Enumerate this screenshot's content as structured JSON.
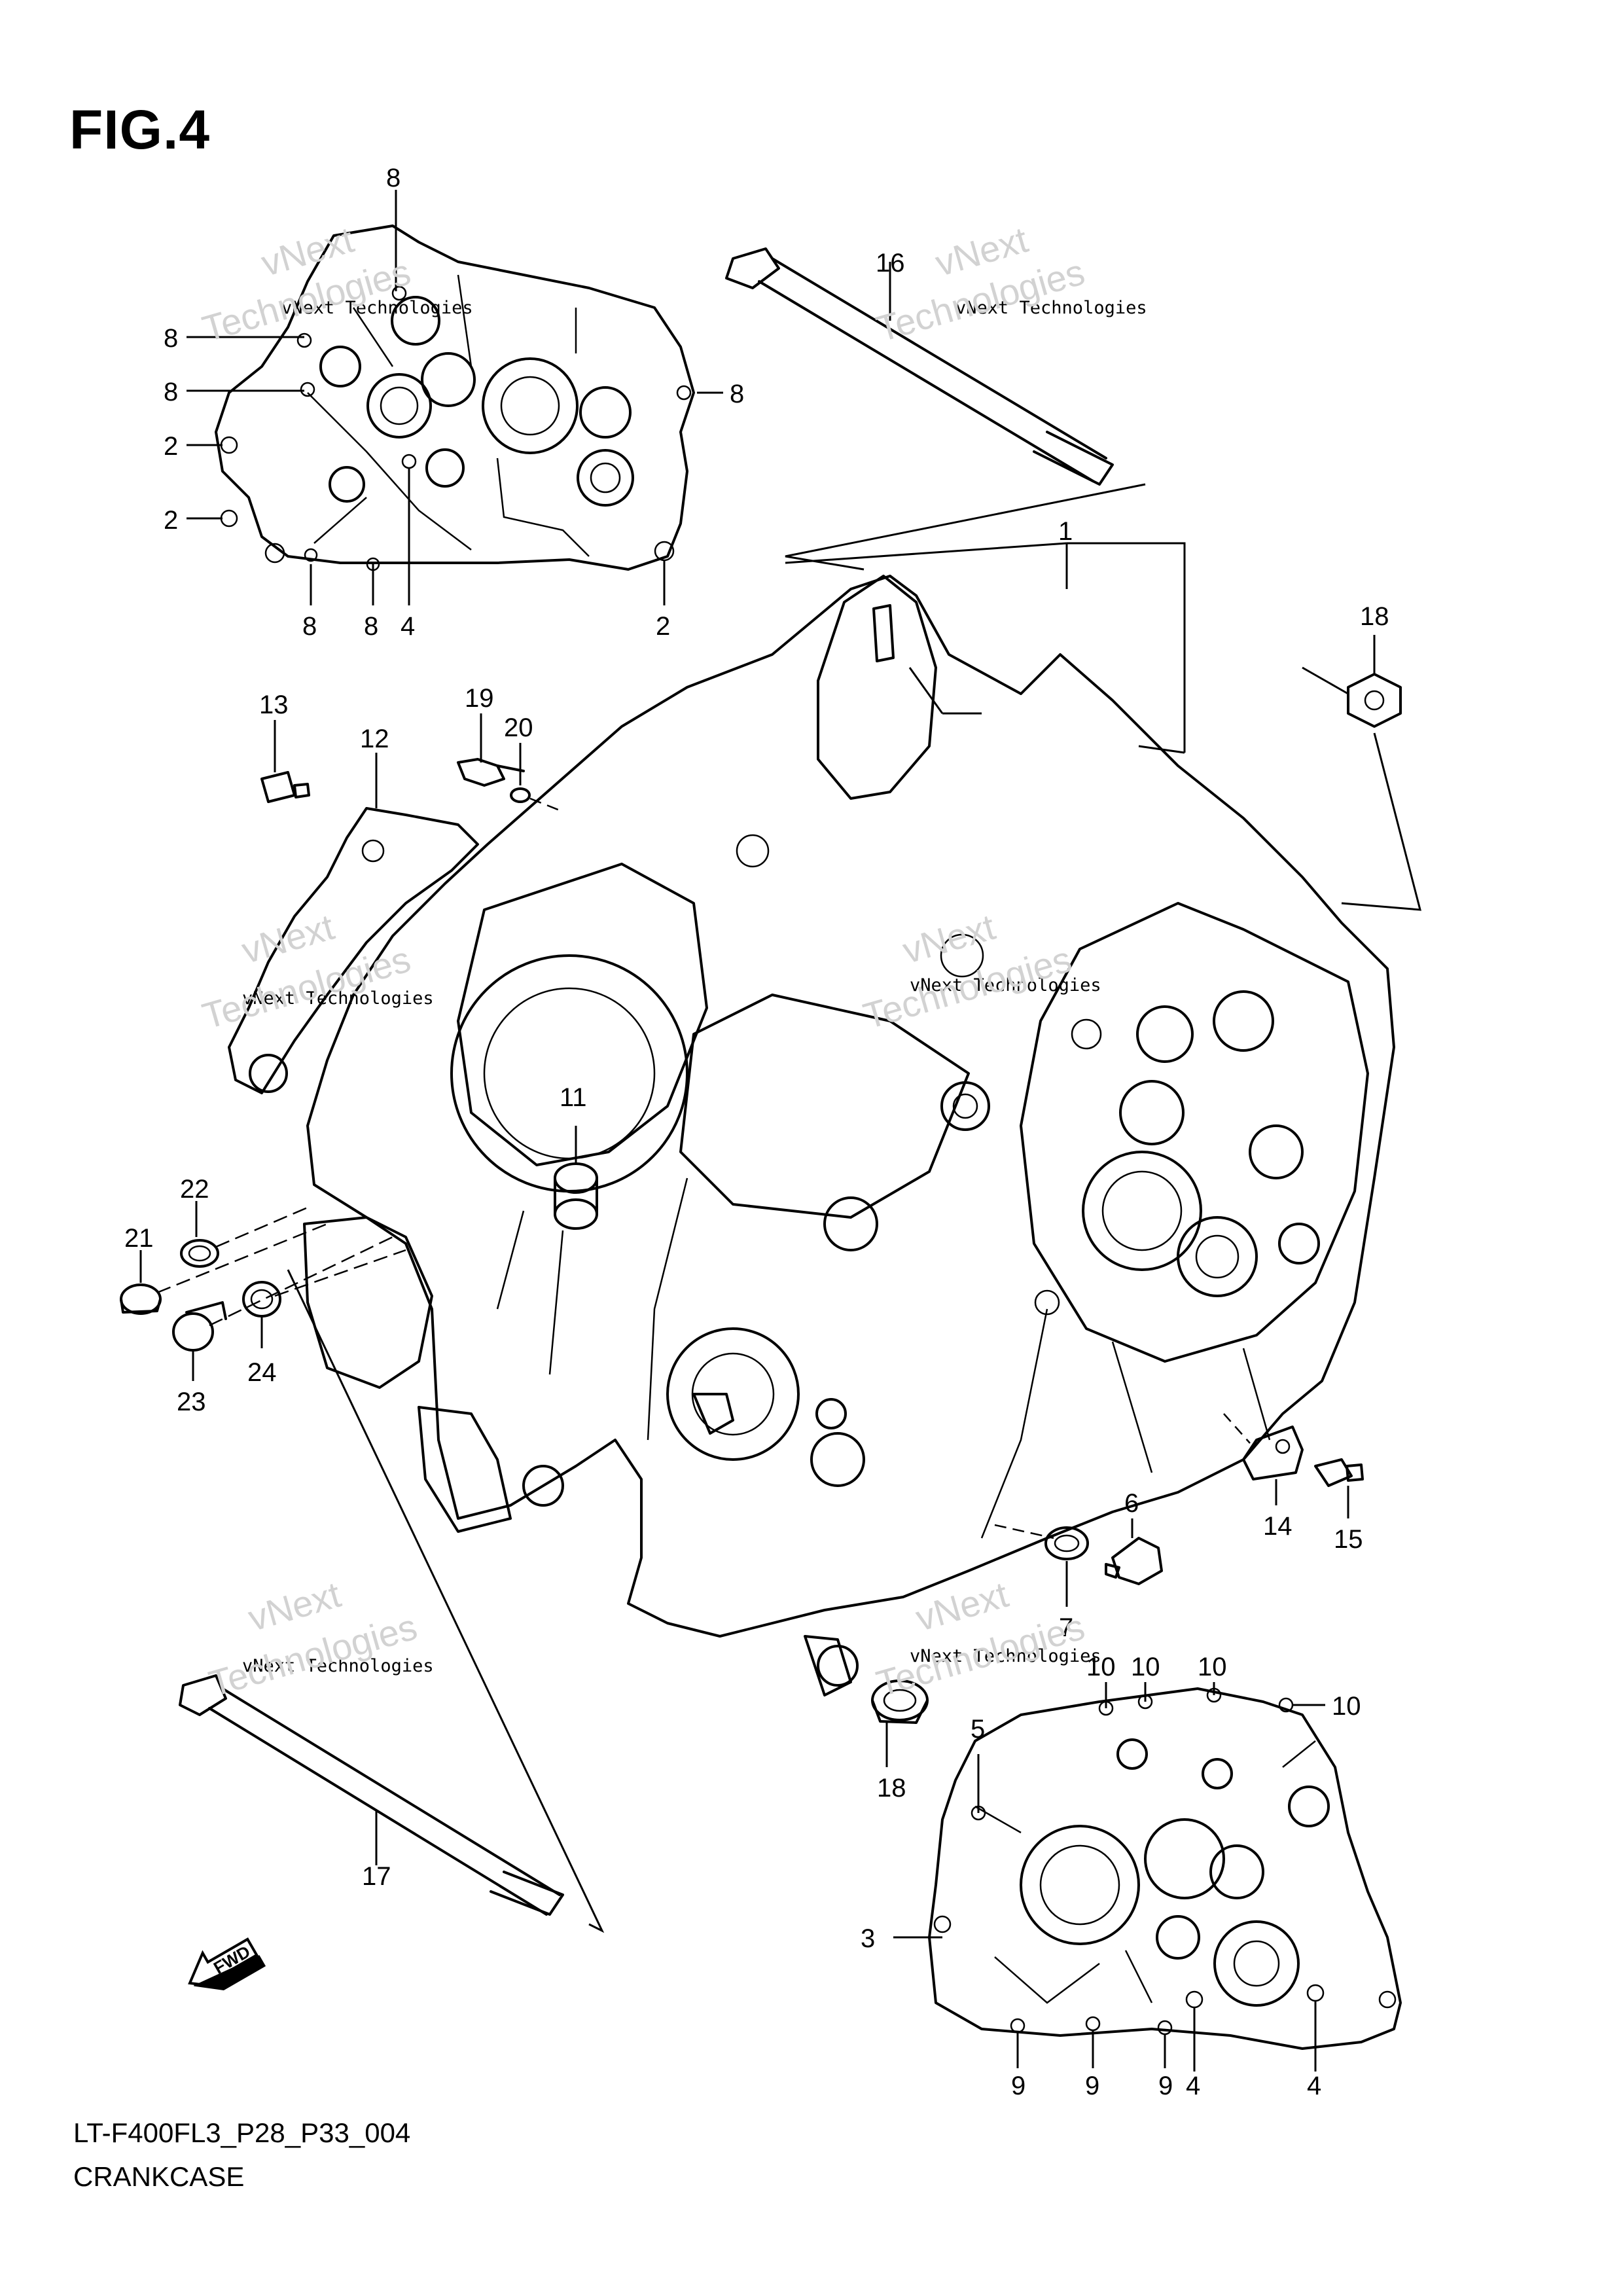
{
  "figure_title": "FIG.4",
  "diagram_code": "LT-F400FL3_P28_P33_004",
  "section_name": "CRANKCASE",
  "watermark": {
    "small_text": "vNext Technologies",
    "big_lines": [
      "vNext",
      "Technologies"
    ]
  },
  "callouts": {
    "c1": "1",
    "c2a": "2",
    "c2b": "2",
    "c2c": "2",
    "c3": "3",
    "c4a": "4",
    "c4b": "4",
    "c4c": "4",
    "c5": "5",
    "c6": "6",
    "c7": "7",
    "c8a": "8",
    "c8b": "8",
    "c8c": "8",
    "c8d": "8",
    "c8e": "8",
    "c8f": "8",
    "c9a": "9",
    "c9b": "9",
    "c9c": "9",
    "c10a": "10",
    "c10b": "10",
    "c10c": "10",
    "c10d": "10",
    "c11": "11",
    "c12": "12",
    "c13": "13",
    "c14": "14",
    "c15": "15",
    "c16": "16",
    "c17": "17",
    "c18a": "18",
    "c18b": "18",
    "c19": "19",
    "c20": "20",
    "c21": "21",
    "c22": "22",
    "c23": "23",
    "c24": "24"
  },
  "fwd_arrow": {
    "label": "FWD",
    "icon": "forward-arrow-icon"
  }
}
